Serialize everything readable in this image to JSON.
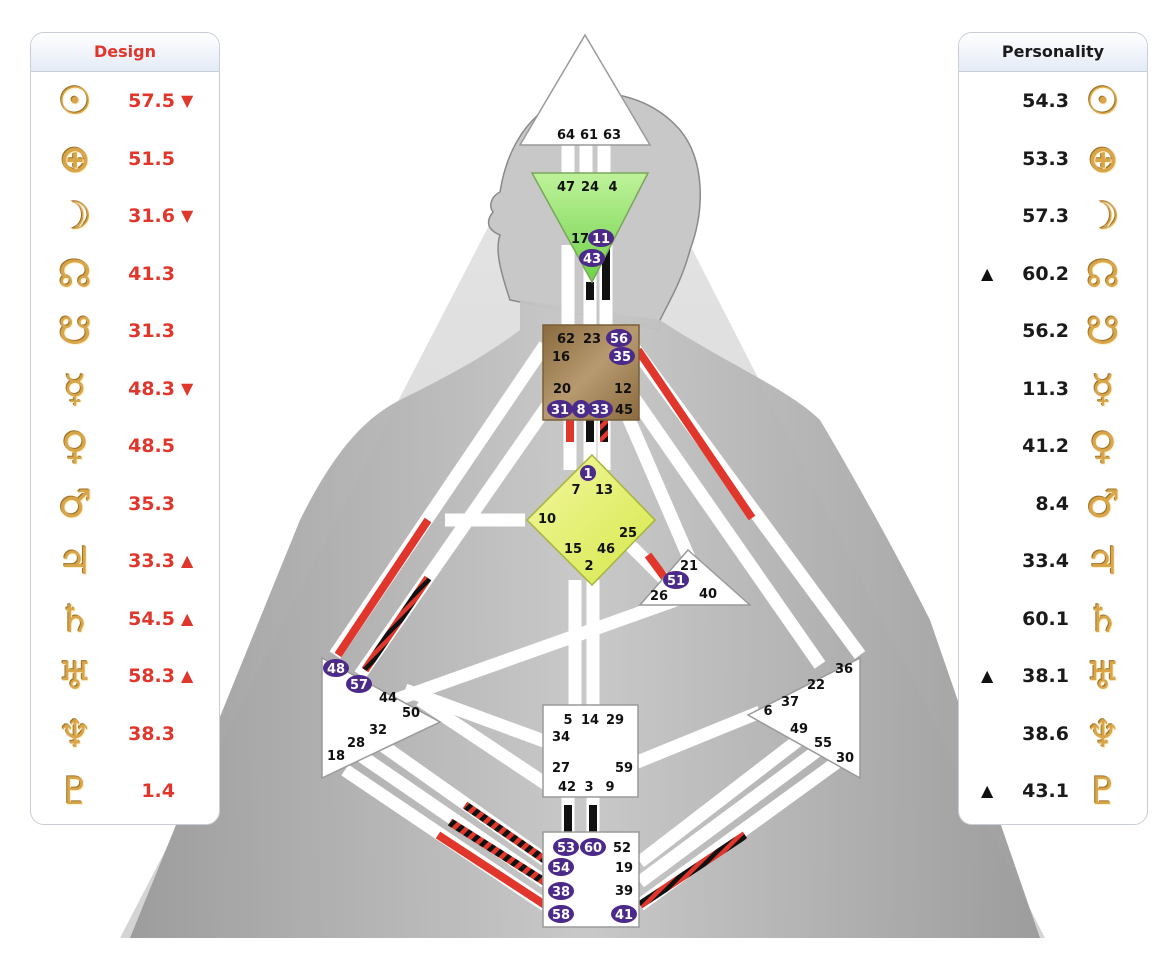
{
  "design": {
    "title": "Design",
    "rows": [
      {
        "glyph": "☉",
        "icon": "sun-icon",
        "value": "57.5",
        "arrow": "▼"
      },
      {
        "glyph": "⊕",
        "icon": "earth-icon",
        "value": "51.5",
        "arrow": ""
      },
      {
        "glyph": "☽",
        "icon": "moon-icon",
        "value": "31.6",
        "arrow": "▼"
      },
      {
        "glyph": "☊",
        "icon": "north-node-icon",
        "value": "41.3",
        "arrow": ""
      },
      {
        "glyph": "☋",
        "icon": "south-node-icon",
        "value": "31.3",
        "arrow": ""
      },
      {
        "glyph": "☿",
        "icon": "mercury-icon",
        "value": "48.3",
        "arrow": "▼"
      },
      {
        "glyph": "♀",
        "icon": "venus-icon",
        "value": "48.5",
        "arrow": ""
      },
      {
        "glyph": "♂",
        "icon": "mars-icon",
        "value": "35.3",
        "arrow": ""
      },
      {
        "glyph": "♃",
        "icon": "jupiter-icon",
        "value": "33.3",
        "arrow": "▲"
      },
      {
        "glyph": "♄",
        "icon": "saturn-icon",
        "value": "54.5",
        "arrow": "▲"
      },
      {
        "glyph": "♅",
        "icon": "uranus-icon",
        "value": "58.3",
        "arrow": "▲"
      },
      {
        "glyph": "♆",
        "icon": "neptune-icon",
        "value": "38.3",
        "arrow": ""
      },
      {
        "glyph": "♇",
        "icon": "pluto-icon",
        "value": "1.4",
        "arrow": ""
      }
    ]
  },
  "personality": {
    "title": "Personality",
    "rows": [
      {
        "glyph": "☉",
        "icon": "sun-icon",
        "value": "54.3",
        "arrow": ""
      },
      {
        "glyph": "⊕",
        "icon": "earth-icon",
        "value": "53.3",
        "arrow": ""
      },
      {
        "glyph": "☽",
        "icon": "moon-icon",
        "value": "57.3",
        "arrow": ""
      },
      {
        "glyph": "☊",
        "icon": "north-node-icon",
        "value": "60.2",
        "arrow": "▲"
      },
      {
        "glyph": "☋",
        "icon": "south-node-icon",
        "value": "56.2",
        "arrow": ""
      },
      {
        "glyph": "☿",
        "icon": "mercury-icon",
        "value": "11.3",
        "arrow": ""
      },
      {
        "glyph": "♀",
        "icon": "venus-icon",
        "value": "41.2",
        "arrow": ""
      },
      {
        "glyph": "♂",
        "icon": "mars-icon",
        "value": "8.4",
        "arrow": ""
      },
      {
        "glyph": "♃",
        "icon": "jupiter-icon",
        "value": "33.4",
        "arrow": ""
      },
      {
        "glyph": "♄",
        "icon": "saturn-icon",
        "value": "60.1",
        "arrow": ""
      },
      {
        "glyph": "♅",
        "icon": "uranus-icon",
        "value": "38.1",
        "arrow": "▲"
      },
      {
        "glyph": "♆",
        "icon": "neptune-icon",
        "value": "38.6",
        "arrow": ""
      },
      {
        "glyph": "♇",
        "icon": "pluto-icon",
        "value": "43.1",
        "arrow": "▲"
      }
    ]
  },
  "colors": {
    "design_red": "#e0362c",
    "personality_black": "#111111",
    "activated_gate": "#4b2a8a",
    "head_center": "#ffffff",
    "ajna_center": "#9fe36a",
    "throat_center": "#a7865a",
    "g_center": "#e4f06a",
    "glyph_gold": "#d9a548"
  },
  "centers": {
    "head": {
      "gates": [
        "64",
        "61",
        "63"
      ]
    },
    "ajna": {
      "gates": [
        "47",
        "24",
        "4",
        "17",
        "11",
        "43"
      ]
    },
    "throat": {
      "gates": [
        "62",
        "23",
        "56",
        "16",
        "35",
        "20",
        "12",
        "31",
        "8",
        "33",
        "45"
      ]
    },
    "g": {
      "gates": [
        "1",
        "7",
        "13",
        "10",
        "25",
        "15",
        "46",
        "2"
      ]
    },
    "heart": {
      "gates": [
        "21",
        "51",
        "26",
        "40"
      ]
    },
    "spleen": {
      "gates": [
        "48",
        "57",
        "44",
        "50",
        "32",
        "28",
        "18"
      ]
    },
    "solar_plexus": {
      "gates": [
        "36",
        "22",
        "37",
        "6",
        "49",
        "55",
        "30"
      ]
    },
    "sacral": {
      "gates": [
        "5",
        "14",
        "29",
        "34",
        "27",
        "59",
        "42",
        "3",
        "9"
      ]
    },
    "root": {
      "gates": [
        "53",
        "60",
        "52",
        "54",
        "19",
        "38",
        "39",
        "58",
        "41"
      ]
    }
  },
  "activated_gates": [
    "11",
    "43",
    "56",
    "35",
    "31",
    "8",
    "33",
    "1",
    "51",
    "48",
    "57",
    "53",
    "60",
    "54",
    "38",
    "58",
    "41"
  ]
}
